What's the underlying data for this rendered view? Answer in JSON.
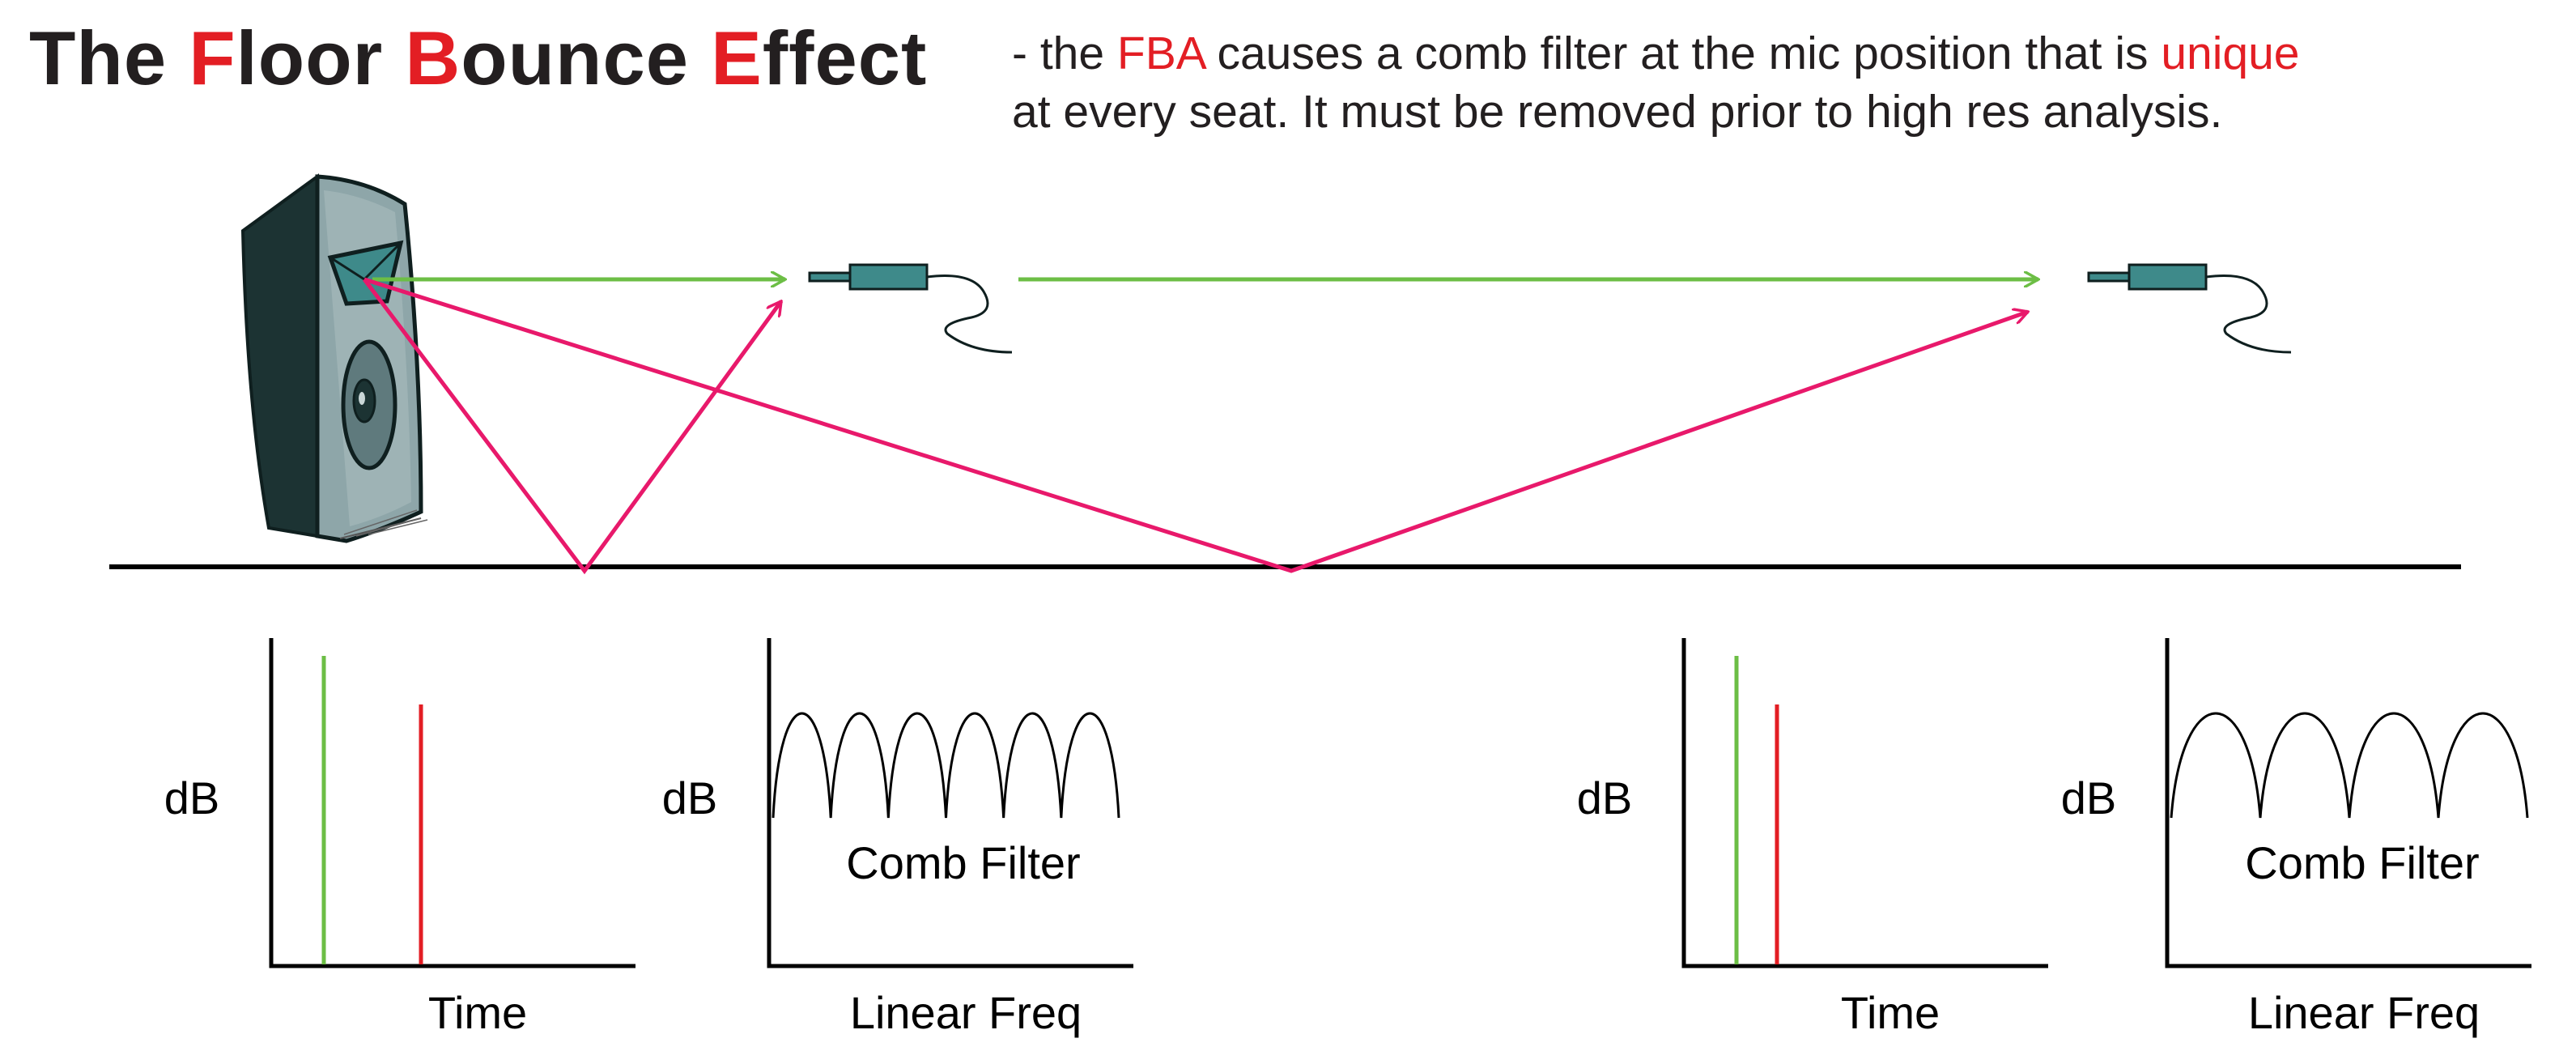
{
  "title": {
    "parts": [
      {
        "text": "The ",
        "highlight": false
      },
      {
        "text": "F",
        "highlight": true
      },
      {
        "text": "loor ",
        "highlight": false
      },
      {
        "text": "B",
        "highlight": true
      },
      {
        "text": "ounce ",
        "highlight": false
      },
      {
        "text": "E",
        "highlight": true
      },
      {
        "text": "ffect",
        "highlight": false
      }
    ]
  },
  "note": {
    "line1": [
      {
        "text": "- the ",
        "highlight": false
      },
      {
        "text": "FBA",
        "highlight": true
      },
      {
        "text": " causes a comb filter at the mic position that is ",
        "highlight": false
      },
      {
        "text": "unique",
        "highlight": true
      }
    ],
    "line2": "at every seat. It must be removed prior to high res analysis."
  },
  "colors": {
    "direct": "#6cbe45",
    "reflection": "#e8196b",
    "impulse_reflected": "#e31e24",
    "highlight": "#e31e24",
    "text": "#231f20",
    "speaker_body": "#1f3a3a",
    "speaker_face": "#8aa3a6",
    "mic": "#3e8a8a"
  },
  "icons": {
    "speaker": "loudspeaker-icon",
    "mic_near": "microphone-icon",
    "mic_far": "microphone-icon"
  },
  "graphs": {
    "near": {
      "impulse": {
        "ylabel": "dB",
        "xlabel": "Time"
      },
      "freq": {
        "ylabel": "dB",
        "xlabel": "Linear Freq",
        "label": "Comb Filter",
        "lobes": 6
      }
    },
    "far": {
      "impulse": {
        "ylabel": "dB",
        "xlabel": "Time"
      },
      "freq": {
        "ylabel": "dB",
        "xlabel": "Linear Freq",
        "label": "Comb Filter",
        "lobes": 4
      }
    }
  }
}
